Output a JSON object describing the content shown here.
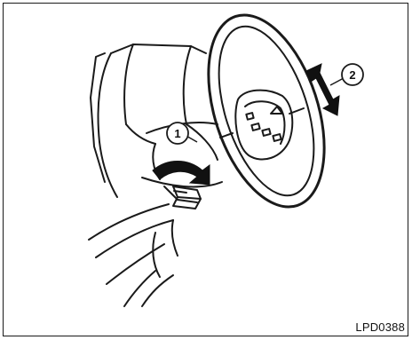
{
  "figure": {
    "code": "LPD0388"
  },
  "callouts": [
    {
      "label": "1",
      "meaning": "release-lever"
    },
    {
      "label": "2",
      "meaning": "tilt-direction"
    }
  ],
  "icons": {
    "steering_wheel": "steering-wheel-icon",
    "lever_arrow": "curved-arrow-icon",
    "tilt_arrow": "double-headed-arrow-icon"
  },
  "colors": {
    "line": "#1a1a1a",
    "fill_dark": "#111111",
    "background": "#ffffff"
  }
}
